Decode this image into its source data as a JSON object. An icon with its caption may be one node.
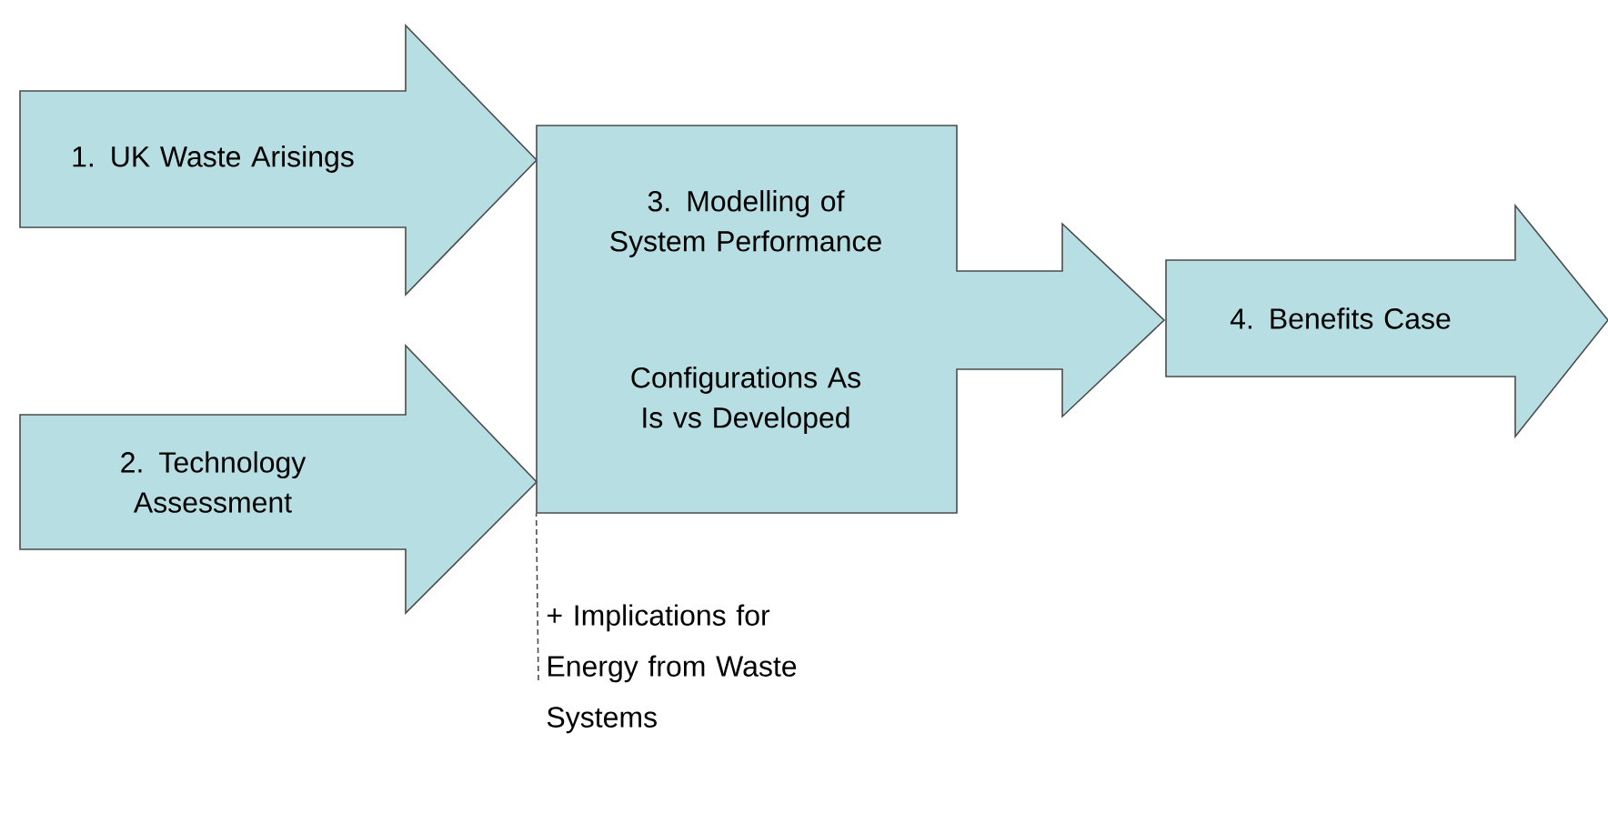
{
  "diagram": {
    "nodes": [
      {
        "text": [
          "1. UK Waste Arisings"
        ]
      },
      {
        "text": [
          "2. Technology Assessment"
        ]
      },
      {
        "text": [
          "3. Modelling of System Performance",
          "Configurations As Is vs Developed"
        ]
      },
      {
        "text": [
          "4. Benefits Case"
        ]
      },
      {
        "text": [
          "+ Implications for Energy from Waste Systems"
        ]
      }
    ],
    "edges": [
      {
        "from": 4,
        "to": 2,
        "arrow": "none",
        "style": "dashed"
      }
    ]
  }
}
